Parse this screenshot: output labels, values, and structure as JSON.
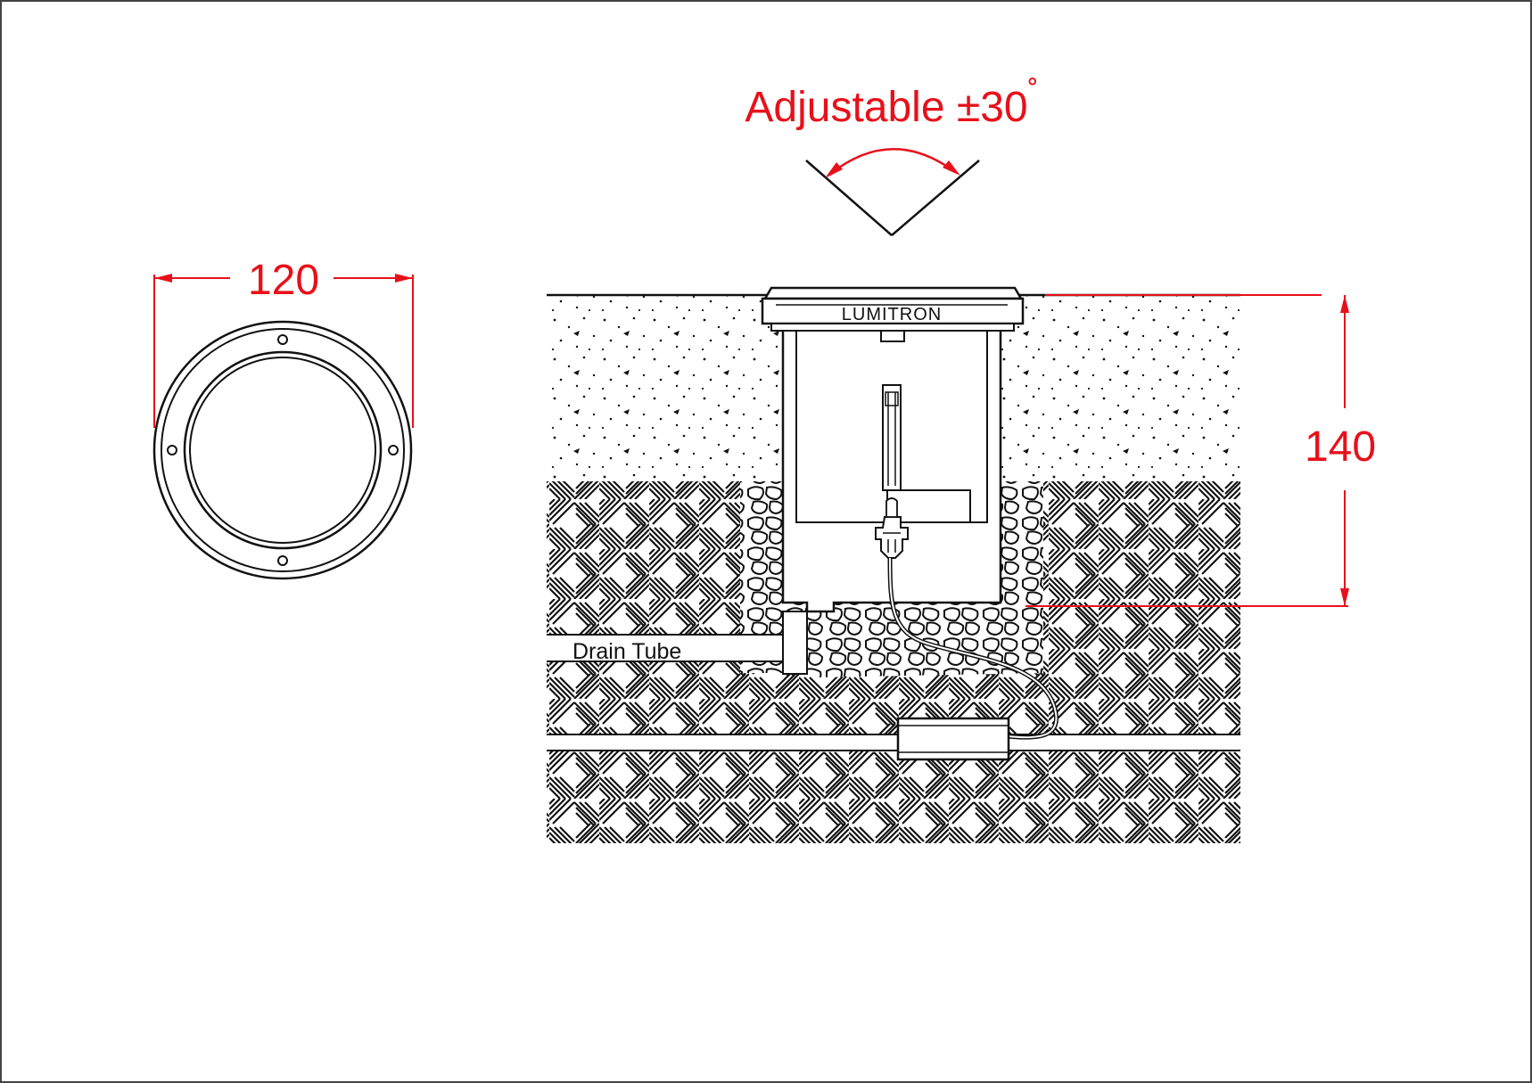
{
  "colors": {
    "line": "#111111",
    "dimension": "#e8101a",
    "background": "#ffffff"
  },
  "labels": {
    "angle_prefix": "Adjustable ",
    "angle_value": "±30",
    "angle_degree": "˚",
    "diameter": "120",
    "height": "140",
    "brand": "LUMITRON",
    "drain": "Drain Tube"
  }
}
